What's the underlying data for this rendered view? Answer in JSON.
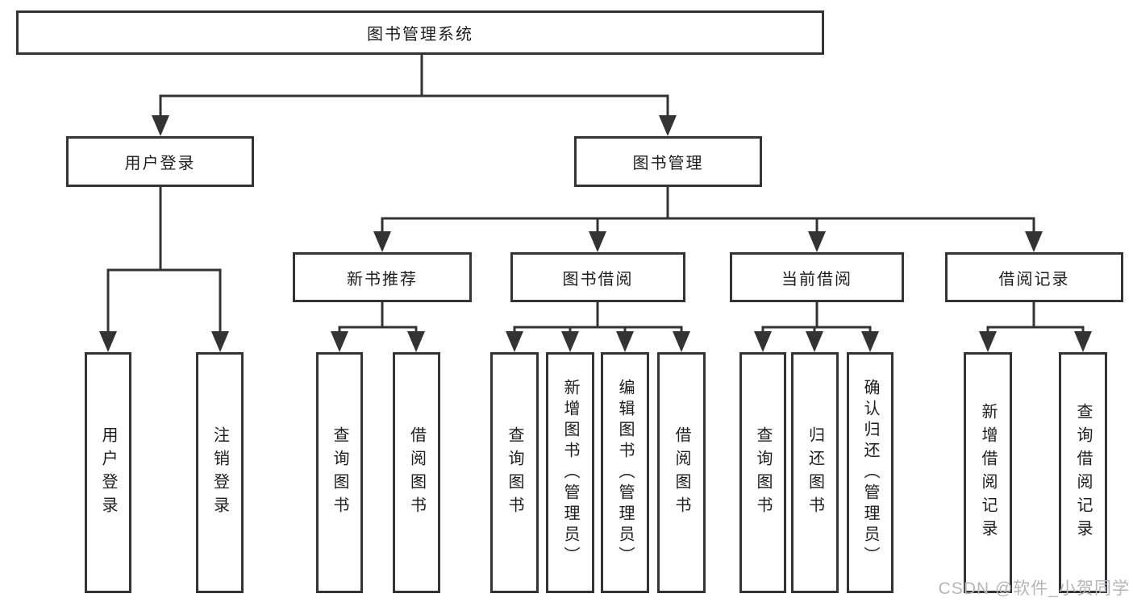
{
  "diagram": {
    "root": "图书管理系统",
    "branches": [
      {
        "label": "用户登录",
        "children": [
          "用户登录",
          "注销登录"
        ]
      },
      {
        "label": "图书管理",
        "children": [
          {
            "label": "新书推荐",
            "children": [
              "查询图书",
              "借阅图书"
            ]
          },
          {
            "label": "图书借阅",
            "children": [
              "查询图书",
              "新增图书（管理员）",
              "编辑图书（管理员）",
              "借阅图书"
            ]
          },
          {
            "label": "当前借阅",
            "children": [
              "查询图书",
              "归还图书",
              "确认归还（管理员）"
            ]
          },
          {
            "label": "借阅记录",
            "children": [
              "新增借阅记录",
              "查询借阅记录"
            ]
          }
        ]
      }
    ]
  },
  "colors": {
    "line": "#333333",
    "border": "#333333",
    "text": "#1d1d1f",
    "background": "#ffffff",
    "watermark": "#b4b6ba"
  },
  "watermark": {
    "text": "CSDN @软件_小贺同学"
  }
}
